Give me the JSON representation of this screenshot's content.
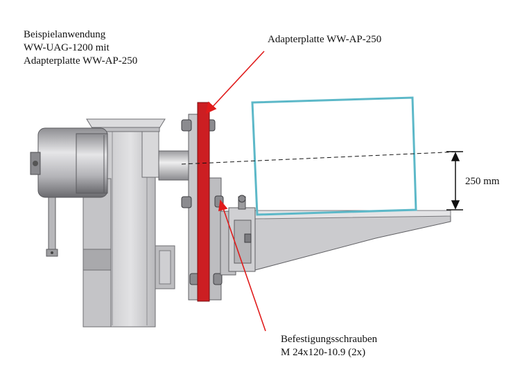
{
  "title_lines": [
    "Beispielanwendung",
    "WW-UAG-1200 mit",
    "Adapterplatte WW-AP-250"
  ],
  "adapter_label": "Adapterplatte WW-AP-250",
  "dimension_label": "250 mm",
  "bolts_label_lines": [
    "Befestigungsschrauben",
    "M 24x120-10.9 (2x)"
  ],
  "colors": {
    "adapter_plate": "#cc1e22",
    "pointer_arrow": "#e01b1b",
    "load_box": "#5cb8c8",
    "metal_light": "#d4d4d6",
    "metal_mid": "#a8a8ab",
    "metal_dark": "#6c6c70"
  }
}
